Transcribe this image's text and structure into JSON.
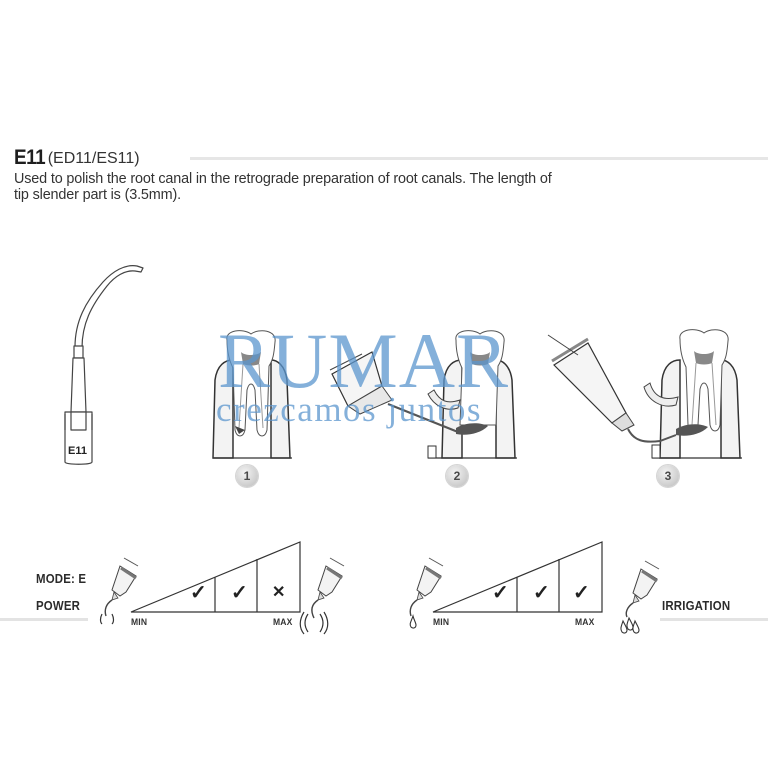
{
  "header": {
    "code": "E11",
    "variants": "(ED11/ES11)",
    "description_line1": "Used to polish the root canal in the retrograde preparation of root canals. The length of",
    "description_line2": "tip slender part is (3.5mm)."
  },
  "tip_illustration": {
    "engraved_label": "E11"
  },
  "watermark": {
    "brand": "RUMAR",
    "slogan": "crezcamos juntos",
    "color": "#5b96ce"
  },
  "steps": [
    {
      "number": "1"
    },
    {
      "number": "2"
    },
    {
      "number": "3"
    }
  ],
  "power_scale": {
    "mode_label": "MODE: E",
    "title": "POWER",
    "min_label": "MIN",
    "max_label": "MAX",
    "levels": [
      {
        "mark": "check",
        "glyph": "✓"
      },
      {
        "mark": "check",
        "glyph": "✓"
      },
      {
        "mark": "cross",
        "glyph": "✕"
      }
    ]
  },
  "irrigation_scale": {
    "title": "IRRIGATION",
    "min_label": "MIN",
    "max_label": "MAX",
    "levels": [
      {
        "mark": "check",
        "glyph": "✓"
      },
      {
        "mark": "check",
        "glyph": "✓"
      },
      {
        "mark": "check",
        "glyph": "✓"
      }
    ]
  },
  "colors": {
    "text": "#2a2a2a",
    "rule": "#e5e5e5",
    "line_art": "#3a3a3a",
    "watermark": "#5b96ce"
  }
}
